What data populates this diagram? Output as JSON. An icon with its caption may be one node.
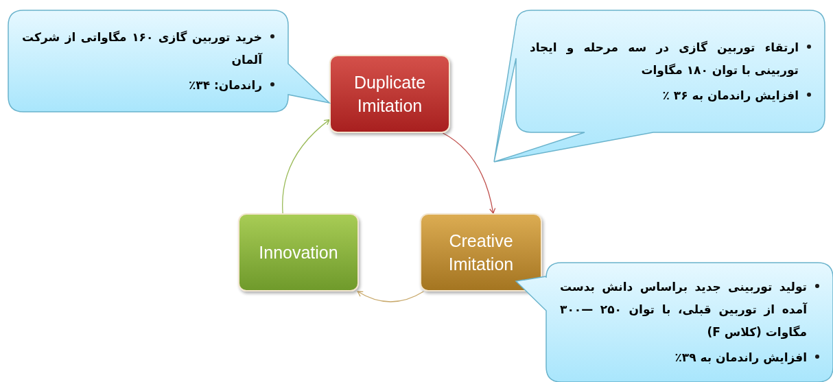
{
  "diagram": {
    "nodes": [
      {
        "text": [
          "Duplicate Imitation"
        ]
      },
      {
        "text": [
          "Creative Imitation"
        ]
      },
      {
        "text": [
          "Innovation"
        ]
      },
      {
        "text": [
          "خرید توربین گازی ۱۶۰ مگاواتی از شرکت آلمان",
          "راندمان: ۳۴٪"
        ]
      },
      {
        "text": [
          "ارتقاء توربین گازی در سه مرحله و ایجاد توربینی با توان ۱۸۰ مگاوات",
          "افزایش راندمان به ۳۶ ٪"
        ]
      },
      {
        "text": [
          "تولید توربینی جدید براساس دانش بدست آمده از توربین قبلی، با توان ۲۵۰ —۳۰۰ مگاوات (کلاس F)",
          "افزایش راندمان به ۳۹٪"
        ]
      }
    ],
    "edges": [
      {
        "from": 0,
        "to": 1,
        "arrow": "to",
        "color": "#c0504d"
      },
      {
        "from": 1,
        "to": 2,
        "arrow": "to",
        "color": "#c8a86a"
      },
      {
        "from": 2,
        "to": 0,
        "arrow": "to",
        "color": "#9bbb59"
      }
    ]
  }
}
